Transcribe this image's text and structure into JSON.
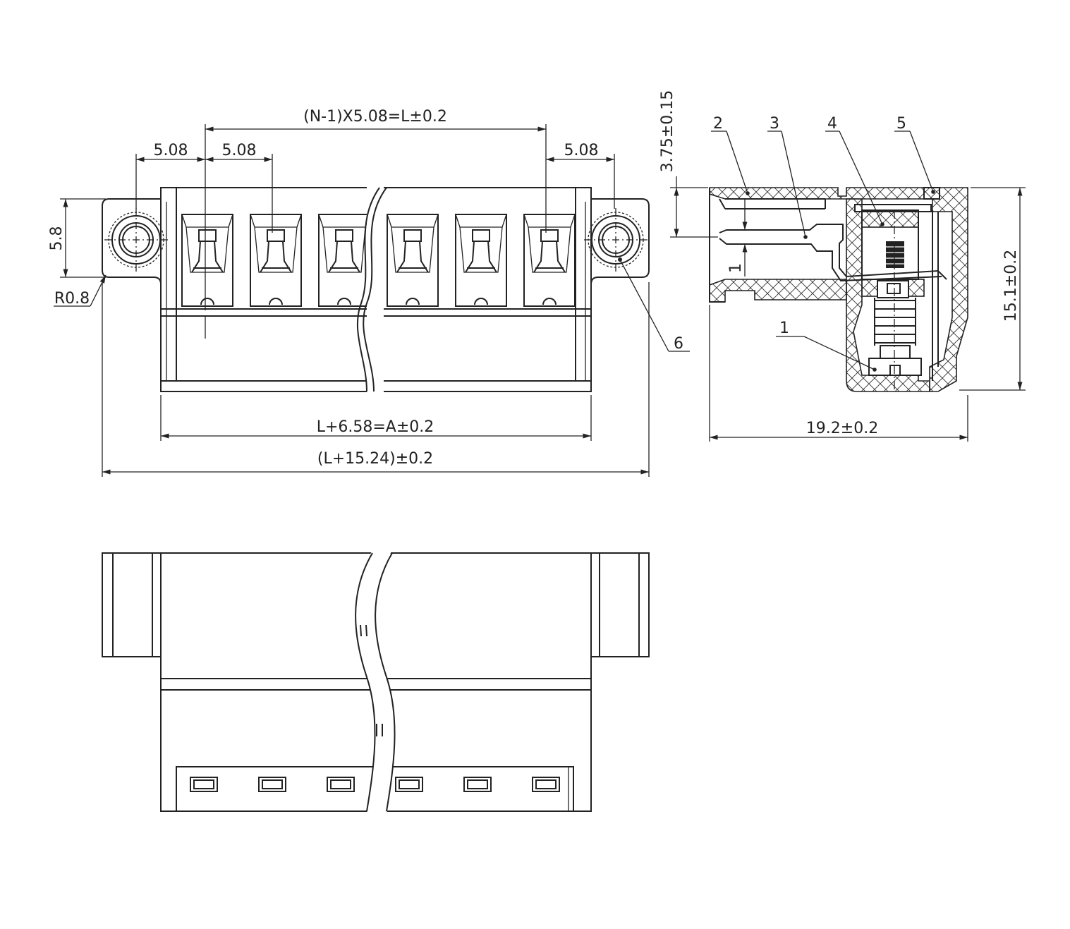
{
  "dimensions": {
    "pitch_top": "(N-1)X5.08=L±0.2",
    "pitch_left_1": "5.08",
    "pitch_left_2": "5.08",
    "pitch_right": "5.08",
    "flange_height": "5.8",
    "corner_radius": "R0.8",
    "body_length": "L+6.58=A±0.2",
    "total_length": "(L+15.24)±0.2",
    "top_offset": "3.75±0.15",
    "height": "15.1±0.2",
    "depth": "19.2±0.2"
  },
  "callouts": {
    "c1_front": "1",
    "c1_side": "1",
    "c2": "2",
    "c3": "3",
    "c4": "4",
    "c5": "5",
    "c6": "6"
  },
  "front_view": {
    "slot_count": 6
  },
  "bottom_view": {
    "pin_count": 6
  }
}
